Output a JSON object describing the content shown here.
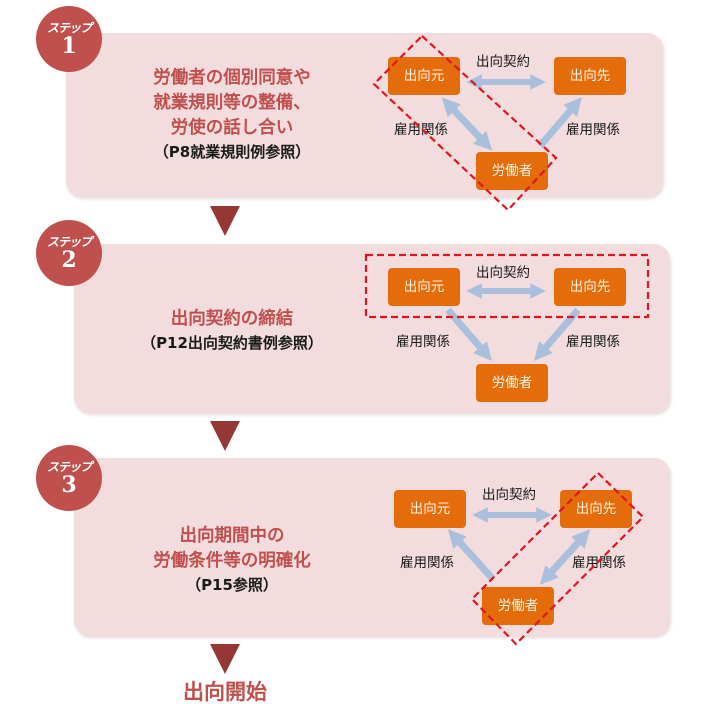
{
  "steps": [
    {
      "badge_label": "ステップ",
      "number": "1",
      "title_lines": [
        "労働者の個別同意や",
        "就業規則等の整備、",
        "労使の話し合い"
      ],
      "reference": "（P8就業規則例参照）",
      "highlight": "出向元-労働者"
    },
    {
      "badge_label": "ステップ",
      "number": "2",
      "title_lines": [
        "出向契約の締結"
      ],
      "reference": "（P12出向契約書例参照）",
      "highlight": "出向元-出向先"
    },
    {
      "badge_label": "ステップ",
      "number": "3",
      "title_lines": [
        "出向期間中の",
        "労働条件等の明確化"
      ],
      "reference": "（P15参照）",
      "highlight": "出向先-労働者"
    }
  ],
  "diagram": {
    "source_company": "出向元",
    "target_company": "出向先",
    "worker": "労働者",
    "contract_label": "出向契約",
    "employment_label": "雇用関係"
  },
  "final_label": "出向開始",
  "colors": {
    "badge": "#c0504d",
    "card": "#f2dcdd",
    "node": "#e46c0a",
    "arrow": "#a9bfdc",
    "highlight_dash": "#e0161e",
    "step_arrow": "#953735"
  }
}
